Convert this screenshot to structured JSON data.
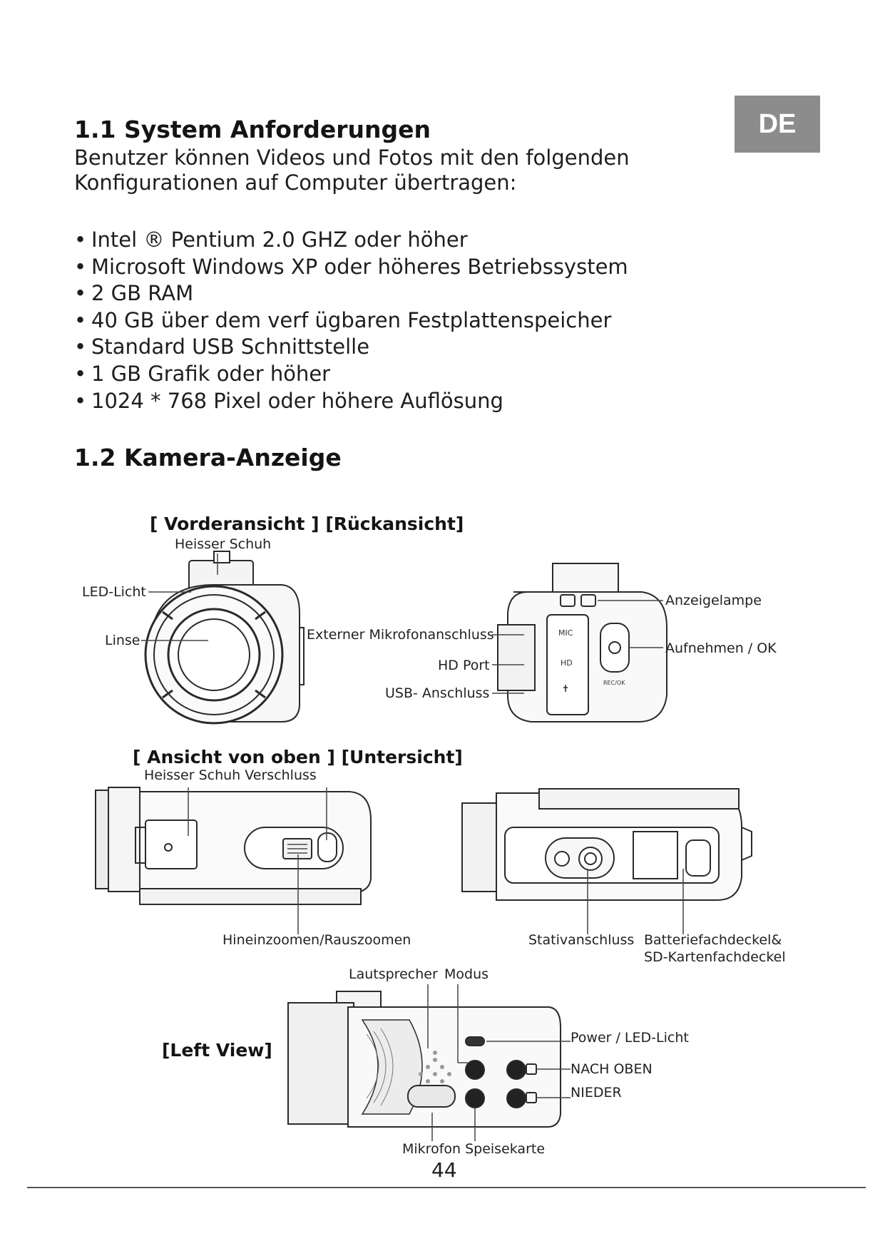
{
  "language_badge": "DE",
  "section1": {
    "title": "1.1 System Anforderungen",
    "intro_line1": "Benutzer können Videos und Fotos mit den folgenden",
    "intro_line2": "Konfigurationen auf Computer übertragen:",
    "requirements": [
      "Intel ® Pentium 2.0 GHZ oder höher",
      "Microsoft Windows XP oder höheres Betriebssystem",
      "2 GB RAM",
      "40 GB über dem verf ügbaren Festplattenspeicher",
      "Standard USB Schnittstelle",
      "1 GB Grafik oder höher",
      "1024 * 768 Pixel oder höhere Auflösung"
    ]
  },
  "section2": {
    "title": "1.2 Kamera-Anzeige",
    "front_back": {
      "title": "[ Vorderansicht ] [Rückansicht]",
      "labels": {
        "hot_shoe": "Heisser Schuh",
        "led_light": "LED-Licht",
        "lens": "Linse",
        "ext_mic": "Externer Mikrofonanschluss",
        "hd_port": "HD Port",
        "usb": "USB- Anschluss",
        "indicator": "Anzeigelampe",
        "record_ok": "Aufnehmen / OK"
      },
      "device_text": {
        "mic": "MIC",
        "hd": "HD",
        "rec": "REC/OK"
      }
    },
    "top_bottom": {
      "title": "[ Ansicht von oben ] [Untersicht]",
      "labels": {
        "hot_shoe_lock": "Heisser Schuh Verschluss",
        "zoom": "Hineinzoomen/Rauszoomen",
        "tripod": "Stativanschluss",
        "battery_1": "Batteriefachdeckel&",
        "battery_2": "SD-Kartenfachdeckel"
      }
    },
    "left_view": {
      "title": "[Left View]",
      "labels": {
        "speaker": "Lautsprecher",
        "mode": "Modus",
        "power": "Power / LED-Licht",
        "up": "NACH OBEN",
        "down": "NIEDER",
        "mic_menu": "Mikrofon Speisekarte"
      }
    }
  },
  "page_number": "44"
}
